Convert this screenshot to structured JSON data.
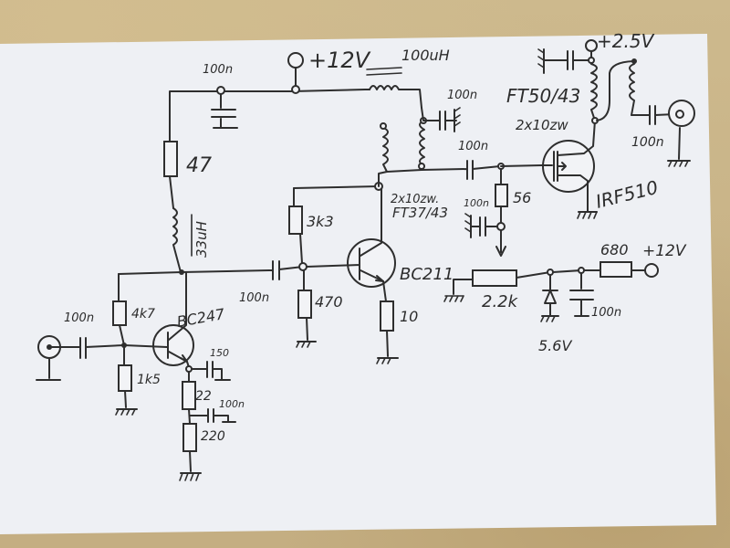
{
  "document": {
    "type": "hand-drawn schematic",
    "title": "RF amplifier schematic"
  },
  "supplies": {
    "main": "+12V",
    "drain": "+2.5V",
    "bias": "+12V"
  },
  "stage1": {
    "transistor": "BC247",
    "r_base_top": "4k7",
    "r_base_bottom": "1k5",
    "c_input": "100n",
    "r_emitter_1": "22",
    "r_emitter_2": "220",
    "c_emitter_1": "150",
    "c_emitter_2": "100n",
    "inductor": "33uH",
    "r_feed": "47",
    "c_decouple": "100n"
  },
  "stage2": {
    "transistor": "BC211",
    "c_coupling": "100n",
    "r_base_top": "3k3",
    "r_base_bottom": "470",
    "r_emitter": "10",
    "transformer_winding": "2x10zw.",
    "transformer_core": "FT37/43",
    "choke": "100uH",
    "c_bypass": "100n"
  },
  "stage3": {
    "transistor": "IRF510",
    "c_gate": "100n",
    "r_gate": "56",
    "c_gate_bypass": "100n",
    "transformer_core": "FT50/43",
    "transformer_winding": "2x10zw",
    "c_output": "100n"
  },
  "bias": {
    "pot": "2.2k",
    "zener": "5.6V",
    "c_filter": "100n",
    "r_series": "680"
  }
}
